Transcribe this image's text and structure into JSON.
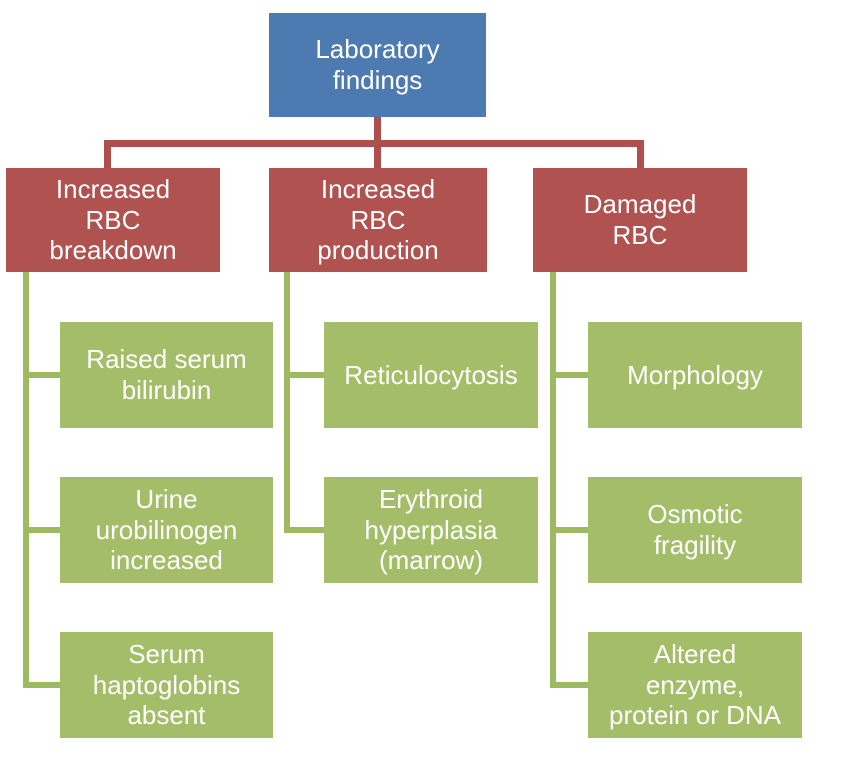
{
  "diagram": {
    "root": {
      "label": "Laboratory\nfindings"
    },
    "branches": [
      {
        "label": "Increased\nRBC\nbreakdown",
        "children": [
          "Raised serum\nbilirubin",
          "Urine\nurobilinogen\nincreased",
          "Serum\nhaptoglobins\nabsent"
        ]
      },
      {
        "label": "Increased\nRBC\nproduction",
        "children": [
          "Reticulocytosis",
          "Erythroid\nhyperplasia\n(marrow)"
        ]
      },
      {
        "label": "Damaged\nRBC",
        "children": [
          "Morphology",
          "Osmotic\nfragility",
          "Altered\nenzyme,\nprotein or DNA"
        ]
      }
    ],
    "colors": {
      "root_fill": "#4d7ab0",
      "branch_fill": "#b0524f",
      "leaf_fill": "#a3bd68",
      "connector_red": "#ae4f4d",
      "connector_green": "#9eba60",
      "text_color": "#ffffff",
      "background": "#ffffff"
    }
  }
}
